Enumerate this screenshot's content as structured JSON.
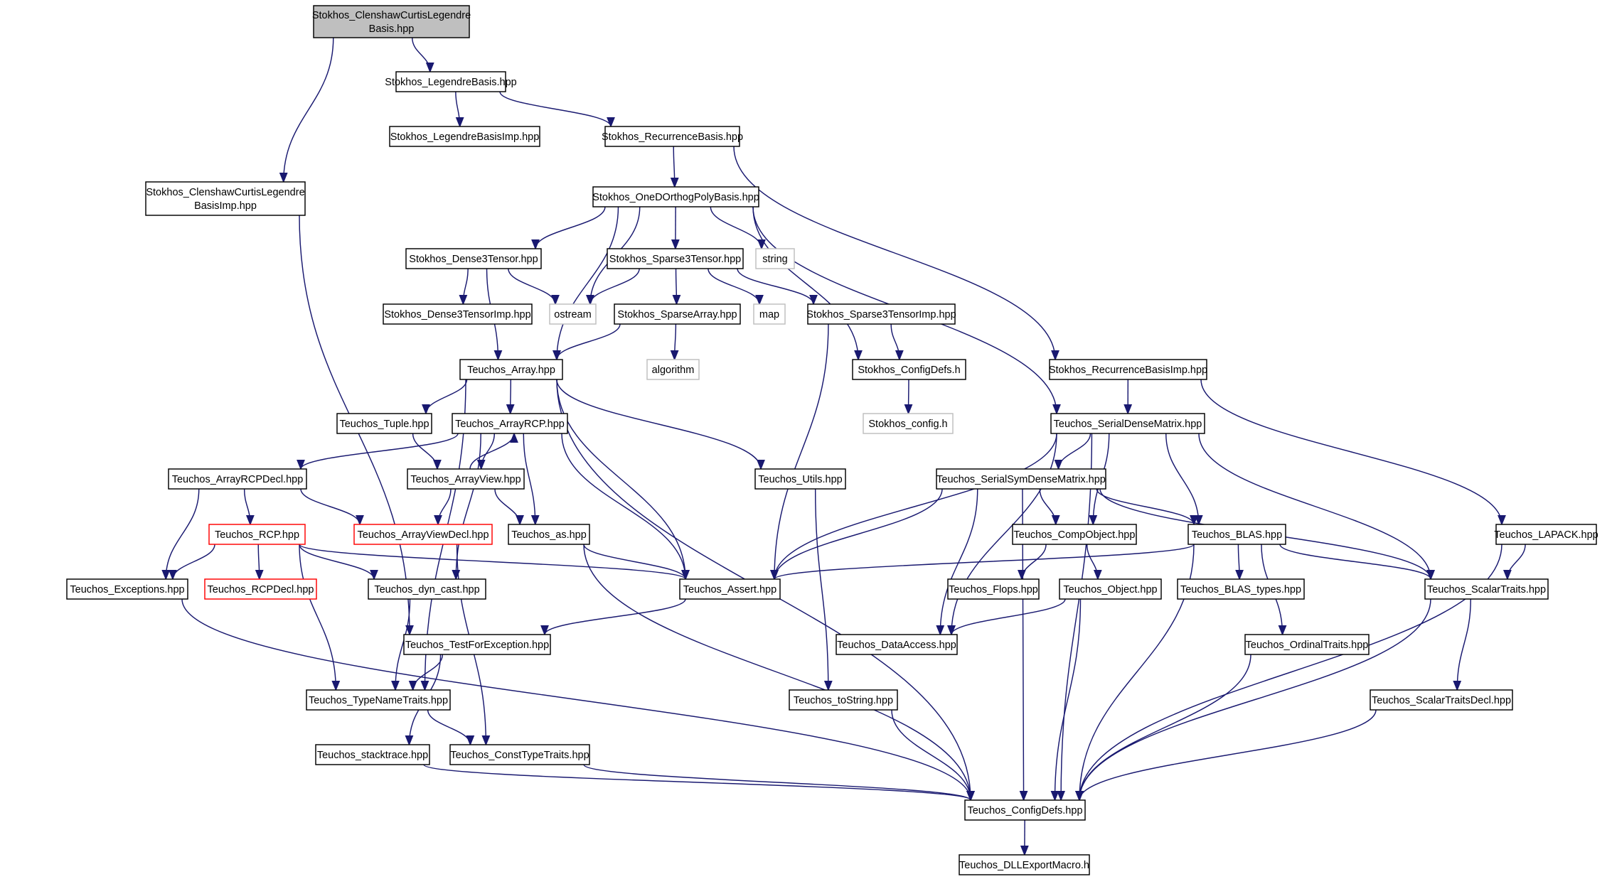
{
  "colors": {
    "edge": "#191970",
    "root_fill": "#bfbfbf",
    "missing_border": "#bfbfbf",
    "truncated_border": "#ff0000"
  },
  "nodes": [
    {
      "id": "n0",
      "lines": [
        "Stokhos_ClenshawCurtisLegendre",
        "Basis.hpp"
      ],
      "kind": "root"
    },
    {
      "id": "n1",
      "lines": [
        "Stokhos_LegendreBasis.hpp"
      ],
      "kind": "normal"
    },
    {
      "id": "n2",
      "lines": [
        "Stokhos_LegendreBasisImp.hpp"
      ],
      "kind": "normal"
    },
    {
      "id": "n3",
      "lines": [
        "Stokhos_RecurrenceBasis.hpp"
      ],
      "kind": "normal"
    },
    {
      "id": "n4",
      "lines": [
        "Stokhos_ClenshawCurtisLegendre",
        "BasisImp.hpp"
      ],
      "kind": "normal"
    },
    {
      "id": "n5",
      "lines": [
        "Stokhos_OneDOrthogPolyBasis.hpp"
      ],
      "kind": "normal"
    },
    {
      "id": "n6",
      "lines": [
        "Stokhos_Dense3Tensor.hpp"
      ],
      "kind": "normal"
    },
    {
      "id": "n7",
      "lines": [
        "Stokhos_Sparse3Tensor.hpp"
      ],
      "kind": "normal"
    },
    {
      "id": "n8",
      "lines": [
        "string"
      ],
      "kind": "missing"
    },
    {
      "id": "n9",
      "lines": [
        "Stokhos_Dense3TensorImp.hpp"
      ],
      "kind": "normal"
    },
    {
      "id": "n10",
      "lines": [
        "ostream"
      ],
      "kind": "missing"
    },
    {
      "id": "n11",
      "lines": [
        "Stokhos_SparseArray.hpp"
      ],
      "kind": "normal"
    },
    {
      "id": "n12",
      "lines": [
        "map"
      ],
      "kind": "missing"
    },
    {
      "id": "n13",
      "lines": [
        "Stokhos_Sparse3TensorImp.hpp"
      ],
      "kind": "normal"
    },
    {
      "id": "n14",
      "lines": [
        "Teuchos_Array.hpp"
      ],
      "kind": "normal"
    },
    {
      "id": "n15",
      "lines": [
        "algorithm"
      ],
      "kind": "missing"
    },
    {
      "id": "n16",
      "lines": [
        "Stokhos_ConfigDefs.h"
      ],
      "kind": "normal"
    },
    {
      "id": "n17",
      "lines": [
        "Stokhos_RecurrenceBasisImp.hpp"
      ],
      "kind": "normal"
    },
    {
      "id": "n18",
      "lines": [
        "Teuchos_Tuple.hpp"
      ],
      "kind": "normal"
    },
    {
      "id": "n19",
      "lines": [
        "Teuchos_ArrayRCP.hpp"
      ],
      "kind": "normal"
    },
    {
      "id": "n20",
      "lines": [
        "Stokhos_config.h"
      ],
      "kind": "missing"
    },
    {
      "id": "n21",
      "lines": [
        "Teuchos_SerialDenseMatrix.hpp"
      ],
      "kind": "normal"
    },
    {
      "id": "n22",
      "lines": [
        "Teuchos_ArrayRCPDecl.hpp"
      ],
      "kind": "normal"
    },
    {
      "id": "n23",
      "lines": [
        "Teuchos_ArrayView.hpp"
      ],
      "kind": "normal"
    },
    {
      "id": "n24",
      "lines": [
        "Teuchos_Utils.hpp"
      ],
      "kind": "normal"
    },
    {
      "id": "n25",
      "lines": [
        "Teuchos_SerialSymDenseMatrix.hpp"
      ],
      "kind": "normal"
    },
    {
      "id": "n26",
      "lines": [
        "Teuchos_RCP.hpp"
      ],
      "kind": "truncated"
    },
    {
      "id": "n27",
      "lines": [
        "Teuchos_ArrayViewDecl.hpp"
      ],
      "kind": "truncated"
    },
    {
      "id": "n28",
      "lines": [
        "Teuchos_as.hpp"
      ],
      "kind": "normal"
    },
    {
      "id": "n29",
      "lines": [
        "Teuchos_CompObject.hpp"
      ],
      "kind": "normal"
    },
    {
      "id": "n30",
      "lines": [
        "Teuchos_BLAS.hpp"
      ],
      "kind": "normal"
    },
    {
      "id": "n31",
      "lines": [
        "Teuchos_LAPACK.hpp"
      ],
      "kind": "normal"
    },
    {
      "id": "n32",
      "lines": [
        "Teuchos_Exceptions.hpp"
      ],
      "kind": "normal"
    },
    {
      "id": "n33",
      "lines": [
        "Teuchos_RCPDecl.hpp"
      ],
      "kind": "truncated"
    },
    {
      "id": "n34",
      "lines": [
        "Teuchos_dyn_cast.hpp"
      ],
      "kind": "normal"
    },
    {
      "id": "n35",
      "lines": [
        "Teuchos_Assert.hpp"
      ],
      "kind": "normal"
    },
    {
      "id": "n36",
      "lines": [
        "Teuchos_Flops.hpp"
      ],
      "kind": "normal"
    },
    {
      "id": "n37",
      "lines": [
        "Teuchos_Object.hpp"
      ],
      "kind": "normal"
    },
    {
      "id": "n38",
      "lines": [
        "Teuchos_BLAS_types.hpp"
      ],
      "kind": "normal"
    },
    {
      "id": "n39",
      "lines": [
        "Teuchos_ScalarTraits.hpp"
      ],
      "kind": "normal"
    },
    {
      "id": "n40",
      "lines": [
        "Teuchos_TestForException.hpp"
      ],
      "kind": "normal"
    },
    {
      "id": "n41",
      "lines": [
        "Teuchos_DataAccess.hpp"
      ],
      "kind": "normal"
    },
    {
      "id": "n42",
      "lines": [
        "Teuchos_OrdinalTraits.hpp"
      ],
      "kind": "normal"
    },
    {
      "id": "n43",
      "lines": [
        "Teuchos_TypeNameTraits.hpp"
      ],
      "kind": "normal"
    },
    {
      "id": "n44",
      "lines": [
        "Teuchos_toString.hpp"
      ],
      "kind": "normal"
    },
    {
      "id": "n45",
      "lines": [
        "Teuchos_ScalarTraitsDecl.hpp"
      ],
      "kind": "normal"
    },
    {
      "id": "n46",
      "lines": [
        "Teuchos_stacktrace.hpp"
      ],
      "kind": "normal"
    },
    {
      "id": "n47",
      "lines": [
        "Teuchos_ConstTypeTraits.hpp"
      ],
      "kind": "normal"
    },
    {
      "id": "n48",
      "lines": [
        "Teuchos_ConfigDefs.hpp"
      ],
      "kind": "normal"
    },
    {
      "id": "n49",
      "lines": [
        "Teuchos_DLLExportMacro.h"
      ],
      "kind": "normal"
    }
  ],
  "edges": [
    [
      "n0",
      "n1"
    ],
    [
      "n0",
      "n4"
    ],
    [
      "n1",
      "n2"
    ],
    [
      "n1",
      "n3"
    ],
    [
      "n3",
      "n5"
    ],
    [
      "n3",
      "n17"
    ],
    [
      "n4",
      "n40"
    ],
    [
      "n5",
      "n6"
    ],
    [
      "n5",
      "n7"
    ],
    [
      "n5",
      "n8"
    ],
    [
      "n5",
      "n10"
    ],
    [
      "n5",
      "n14"
    ],
    [
      "n5",
      "n16"
    ],
    [
      "n5",
      "n21"
    ],
    [
      "n6",
      "n9"
    ],
    [
      "n6",
      "n10"
    ],
    [
      "n6",
      "n14"
    ],
    [
      "n7",
      "n10"
    ],
    [
      "n7",
      "n11"
    ],
    [
      "n7",
      "n12"
    ],
    [
      "n7",
      "n13"
    ],
    [
      "n11",
      "n14"
    ],
    [
      "n11",
      "n15"
    ],
    [
      "n13",
      "n16"
    ],
    [
      "n13",
      "n35"
    ],
    [
      "n16",
      "n20"
    ],
    [
      "n17",
      "n21"
    ],
    [
      "n17",
      "n31"
    ],
    [
      "n14",
      "n18"
    ],
    [
      "n14",
      "n19"
    ],
    [
      "n14",
      "n24"
    ],
    [
      "n14",
      "n35"
    ],
    [
      "n14",
      "n43"
    ],
    [
      "n14",
      "n48"
    ],
    [
      "n18",
      "n23"
    ],
    [
      "n19",
      "n22"
    ],
    [
      "n19",
      "n23"
    ],
    [
      "n19",
      "n28"
    ],
    [
      "n19",
      "n34"
    ],
    [
      "n19",
      "n35"
    ],
    [
      "n23",
      "n19"
    ],
    [
      "n23",
      "n27"
    ],
    [
      "n23",
      "n28"
    ],
    [
      "n22",
      "n26"
    ],
    [
      "n22",
      "n27"
    ],
    [
      "n22",
      "n32"
    ],
    [
      "n26",
      "n32"
    ],
    [
      "n26",
      "n33"
    ],
    [
      "n26",
      "n34"
    ],
    [
      "n26",
      "n35"
    ],
    [
      "n26",
      "n43"
    ],
    [
      "n27",
      "n47"
    ],
    [
      "n28",
      "n35"
    ],
    [
      "n28",
      "n48"
    ],
    [
      "n24",
      "n44"
    ],
    [
      "n21",
      "n25"
    ],
    [
      "n21",
      "n29"
    ],
    [
      "n21",
      "n30"
    ],
    [
      "n21",
      "n35"
    ],
    [
      "n21",
      "n39"
    ],
    [
      "n21",
      "n41"
    ],
    [
      "n21",
      "n48"
    ],
    [
      "n25",
      "n29"
    ],
    [
      "n25",
      "n30"
    ],
    [
      "n25",
      "n35"
    ],
    [
      "n25",
      "n39"
    ],
    [
      "n25",
      "n41"
    ],
    [
      "n25",
      "n48"
    ],
    [
      "n29",
      "n36"
    ],
    [
      "n29",
      "n37"
    ],
    [
      "n37",
      "n41"
    ],
    [
      "n37",
      "n48"
    ],
    [
      "n30",
      "n35"
    ],
    [
      "n30",
      "n38"
    ],
    [
      "n30",
      "n39"
    ],
    [
      "n30",
      "n42"
    ],
    [
      "n30",
      "n48"
    ],
    [
      "n31",
      "n39"
    ],
    [
      "n31",
      "n48"
    ],
    [
      "n39",
      "n45"
    ],
    [
      "n39",
      "n48"
    ],
    [
      "n45",
      "n48"
    ],
    [
      "n42",
      "n48"
    ],
    [
      "n32",
      "n48"
    ],
    [
      "n34",
      "n43"
    ],
    [
      "n35",
      "n40"
    ],
    [
      "n40",
      "n43"
    ],
    [
      "n40",
      "n46"
    ],
    [
      "n43",
      "n47"
    ],
    [
      "n46",
      "n48"
    ],
    [
      "n47",
      "n48"
    ],
    [
      "n44",
      "n48"
    ],
    [
      "n48",
      "n49"
    ]
  ]
}
